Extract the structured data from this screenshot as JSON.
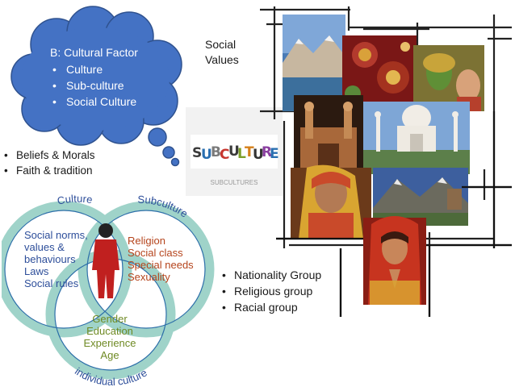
{
  "cloud": {
    "heading": "B: Cultural Factor",
    "items": [
      "Culture",
      "Sub-culture",
      "Social Culture"
    ]
  },
  "social_values": [
    "Social",
    "Values"
  ],
  "beliefs": [
    "Beliefs & Morals",
    "Faith & tradition"
  ],
  "groups": [
    "Nationality Group",
    "Religious group",
    "Racial group"
  ],
  "subculture_logo": "SUBCULTURES",
  "venn": {
    "culture_label": "Culture",
    "subculture_label": "Subculture",
    "individual_label": "individual culture",
    "culture_items": [
      "Social norms,",
      "values &",
      "behaviours",
      "Laws",
      "Social rules"
    ],
    "subculture_items": [
      "Religion",
      "Social class",
      "Special needs",
      "Sexuality"
    ],
    "individual_items": [
      "Gender",
      "Education",
      "Experience",
      "Age"
    ],
    "colors": {
      "ring": "#9fd3c9",
      "culture_text": "#2d4e9a",
      "subculture_text": "#b5441c",
      "individual_text": "#6f8a24",
      "figure": "#c0201f"
    }
  },
  "colors": {
    "cloud": "#4472c4",
    "cloud_edge": "#2f528f"
  },
  "collage_images": [
    "mountain-lake",
    "embroidered-textile",
    "kathakali-dancer",
    "palace-towers",
    "taj-mahal",
    "girl-in-veil",
    "mountain-monastery",
    "indian-woman-greeting"
  ]
}
